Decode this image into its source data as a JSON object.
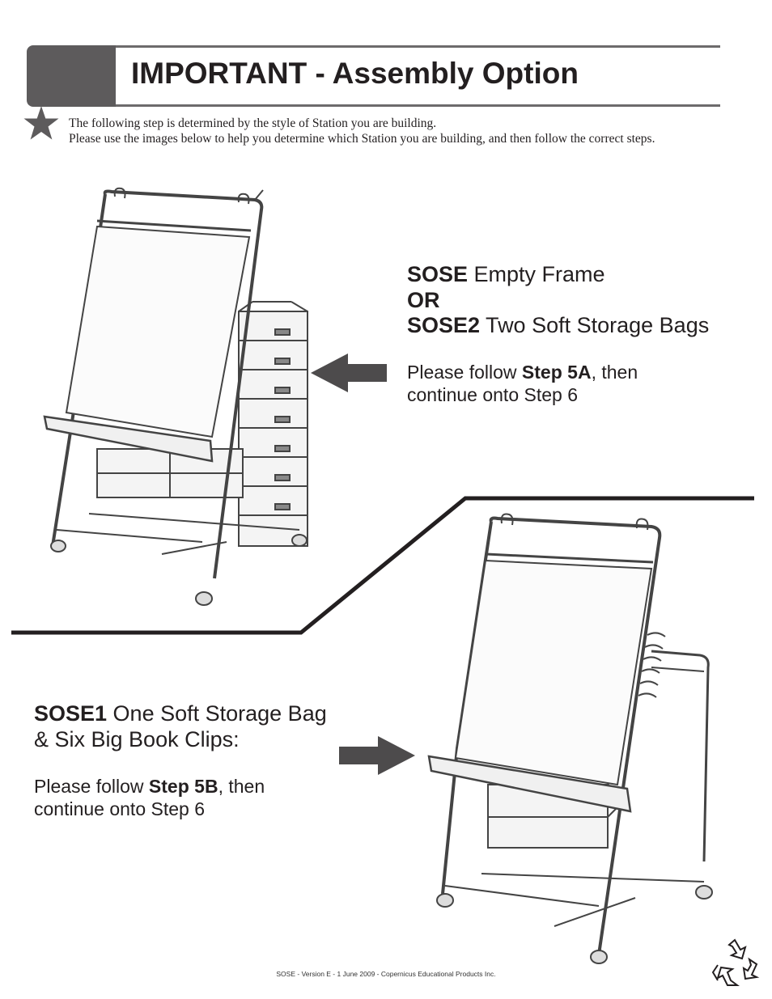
{
  "header": {
    "title": "IMPORTANT - Assembly Option"
  },
  "intro": {
    "line1": "The following step is determined by the style of Station you are building.",
    "line2": "Please use the images below to help you determine which Station you are building, and then follow the correct steps."
  },
  "option_a": {
    "line1_bold": "SOSE",
    "line1_rest": " Empty Frame",
    "line2_bold": "OR",
    "line3_bold": "SOSE2",
    "line3_rest": " Two Soft Storage Bags",
    "follow_pre": "Please follow ",
    "follow_bold": "Step 5A",
    "follow_post": ", then",
    "follow_line2": "continue onto Step 6"
  },
  "option_b": {
    "line1_bold": "SOSE1",
    "line1_rest": " One Soft Storage Bag",
    "line2": "& Six Big Book Clips:",
    "follow_pre": "Please follow ",
    "follow_bold": "Step 5B",
    "follow_post": ", then",
    "follow_line2": "continue onto Step 6"
  },
  "footer": {
    "text": "SOSE - Version E - 1 June 2009 - Copernicus Educational Products Inc."
  },
  "icons": {
    "star": "star-icon",
    "arrow_left": "arrow-left-icon",
    "arrow_right": "arrow-right-icon",
    "recycle": "recycle-icon"
  },
  "colors": {
    "header_block": "#5d5b5c",
    "arrow": "#4d4b4c",
    "text": "#231f20"
  }
}
